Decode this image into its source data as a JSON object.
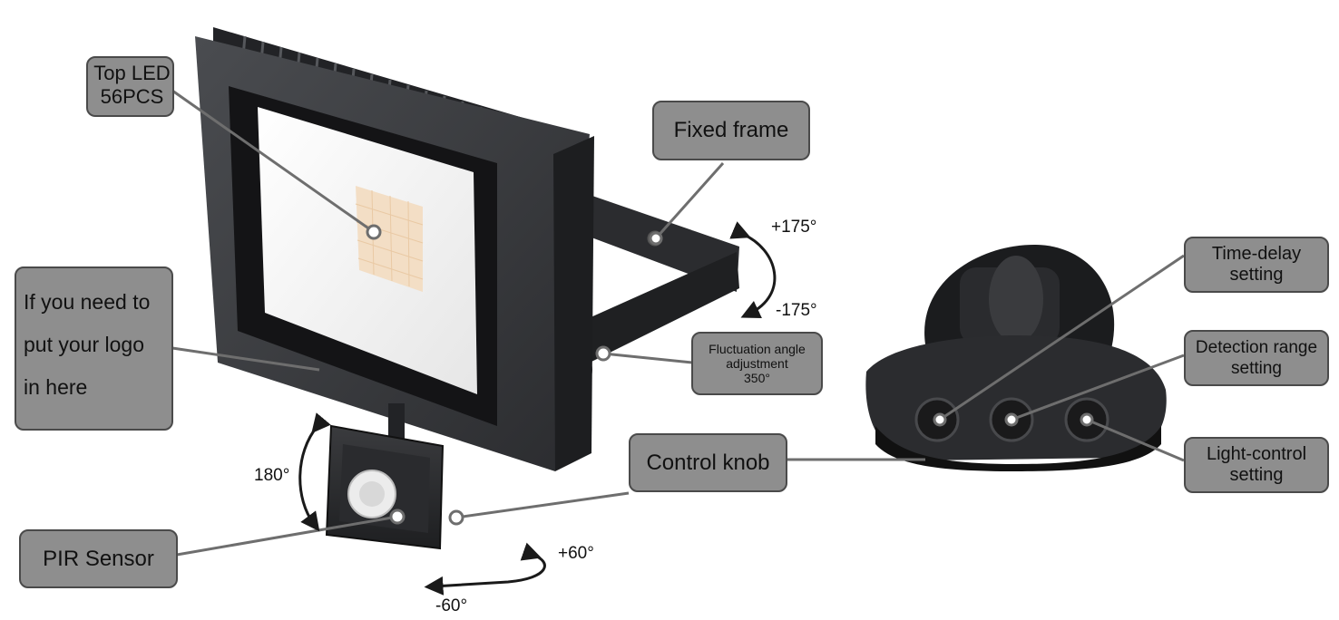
{
  "labels": {
    "top_led": [
      "Top LED",
      "56PCS"
    ],
    "fixed_frame": "Fixed frame",
    "logo": [
      "If you need to",
      "put your logo",
      "in here"
    ],
    "fluctuation": [
      "Fluctuation angle",
      "adjustment",
      "350°"
    ],
    "pir_sensor": "PIR Sensor",
    "control_knob": "Control knob",
    "time_delay": [
      "Time-delay",
      "setting"
    ],
    "detection_range": [
      "Detection range",
      "setting"
    ],
    "light_control": [
      "Light-control",
      "setting"
    ]
  },
  "angles": {
    "frame_plus": "+175°",
    "frame_minus": "-175°",
    "sensor_vertical": "180°",
    "sensor_plus": "+60°",
    "sensor_minus": "-60°"
  },
  "colors": {
    "callout_fill": "#8e8e8e",
    "callout_border": "#4a4a4a",
    "leader_line": "#6e6e6e",
    "housing": "#34363a",
    "led_panel": "#f4f4f4",
    "led_chip": "#f3dcc0"
  }
}
